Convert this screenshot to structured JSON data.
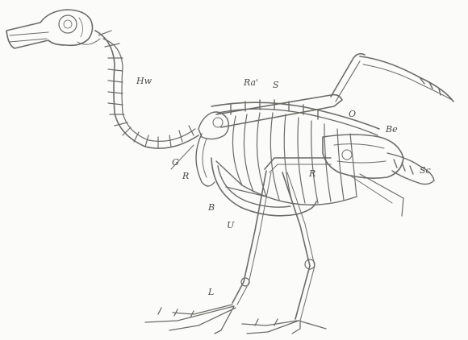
{
  "labels": {
    "hw": "Hw",
    "ra": "Ra'",
    "s": "S",
    "o": "O",
    "be": "Be",
    "sc": "Sc",
    "g": "G",
    "r_shoulder": "R",
    "r_ribs": "R",
    "b": "B",
    "u": "U",
    "l": "L"
  }
}
